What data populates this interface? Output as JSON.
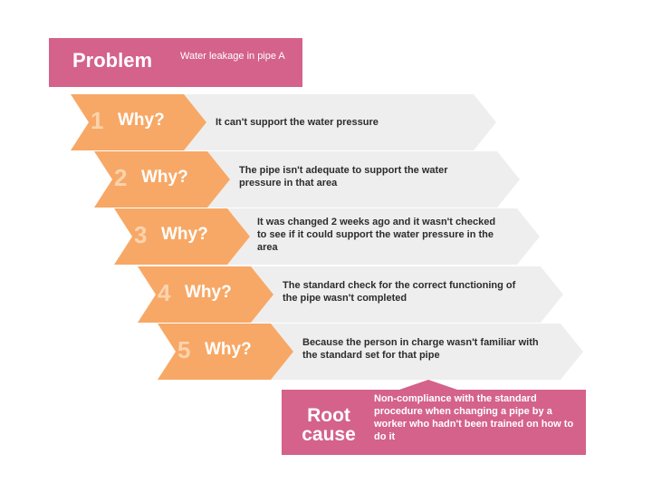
{
  "problem": {
    "label": "Problem",
    "text": "Water leakage in pipe A"
  },
  "whys": [
    {
      "number": "1",
      "label": "Why?",
      "answer": "It can't support the water pressure"
    },
    {
      "number": "2",
      "label": "Why?",
      "answer": "The pipe isn't adequate to support the water pressure in that area"
    },
    {
      "number": "3",
      "label": "Why?",
      "answer": "It was changed 2 weeks ago and it wasn't checked to see if it could support the water pressure in the area"
    },
    {
      "number": "4",
      "label": "Why?",
      "answer": "The standard check for the correct functioning of the pipe wasn't completed"
    },
    {
      "number": "5",
      "label": "Why?",
      "answer": "Because the person in charge wasn't familiar with the standard set for that pipe"
    }
  ],
  "root_cause": {
    "label": "Root cause",
    "text": "Non-compliance with the standard procedure when changing a pipe by a worker who hadn't been trained on how to do it"
  },
  "colors": {
    "pink": "#d4628a",
    "orange": "#f7a866",
    "number_tint": "#fbd3ad",
    "answer_bg": "#eeeeee"
  }
}
